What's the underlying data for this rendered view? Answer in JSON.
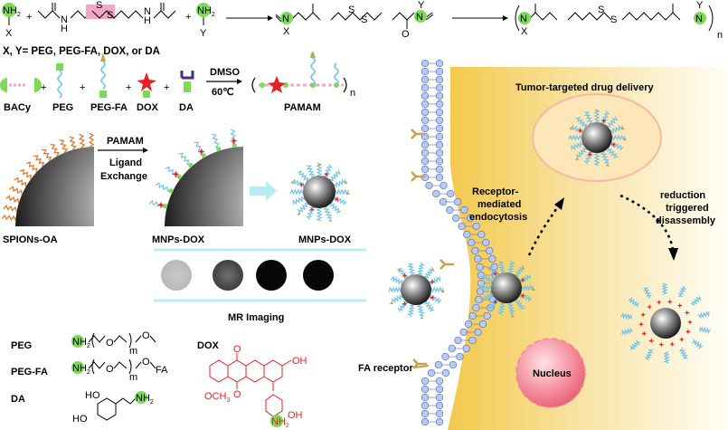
{
  "reaction": {
    "reagent1_top": "NH",
    "reagent1_top_sub": "2",
    "reagent1_sub": "X",
    "plus": "+",
    "linker_s1": "S",
    "linker_s2": "S",
    "linker_nh_left": "N",
    "linker_h_left": "H",
    "linker_nh_right": "N",
    "linker_h_right": "H",
    "linker_o": "O",
    "reagent2_top": "NH",
    "reagent2_top_sub": "2",
    "reagent2_sub": "Y",
    "product_x": "X",
    "product_y": "Y",
    "product_n": "N",
    "polymer_n": "n",
    "definition": "X, Y= PEG, PEG-FA, DOX, or DA"
  },
  "components": {
    "bacy": "BACy",
    "peg": "PEG",
    "peg_fa": "PEG-FA",
    "dox": "DOX",
    "da": "DA",
    "solvent": "DMSO",
    "temperature": "60℃",
    "product": "PAMAM",
    "n": "n"
  },
  "exchange": {
    "start": "SPIONs-OA",
    "arrow_top": "PAMAM",
    "arrow_bottom1": "Ligand",
    "arrow_bottom2": "Exchange",
    "mid": "MNPs-DOX",
    "end": "MNPs-DOX"
  },
  "mri": {
    "label": "MR Imaging"
  },
  "structures": {
    "peg": "PEG",
    "peg_fa": "PEG-FA",
    "da": "DA",
    "dox": "DOX",
    "nh2": "NH",
    "sub2": "2",
    "o": "O",
    "m": "m",
    "fa": "FA",
    "ho": "HO",
    "oh": "OH",
    "och3": "OCH",
    "sub3": "3"
  },
  "cell": {
    "title": "Tumor-targeted drug delivery",
    "receptor1": "Receptor-",
    "receptor2": "mediated",
    "receptor3": "endocytosis",
    "reduction1": "reduction",
    "reduction2": "triggered",
    "reduction3": "disassembly",
    "nucleus": "Nucleus",
    "fa_receptor": "FA receptor"
  }
}
